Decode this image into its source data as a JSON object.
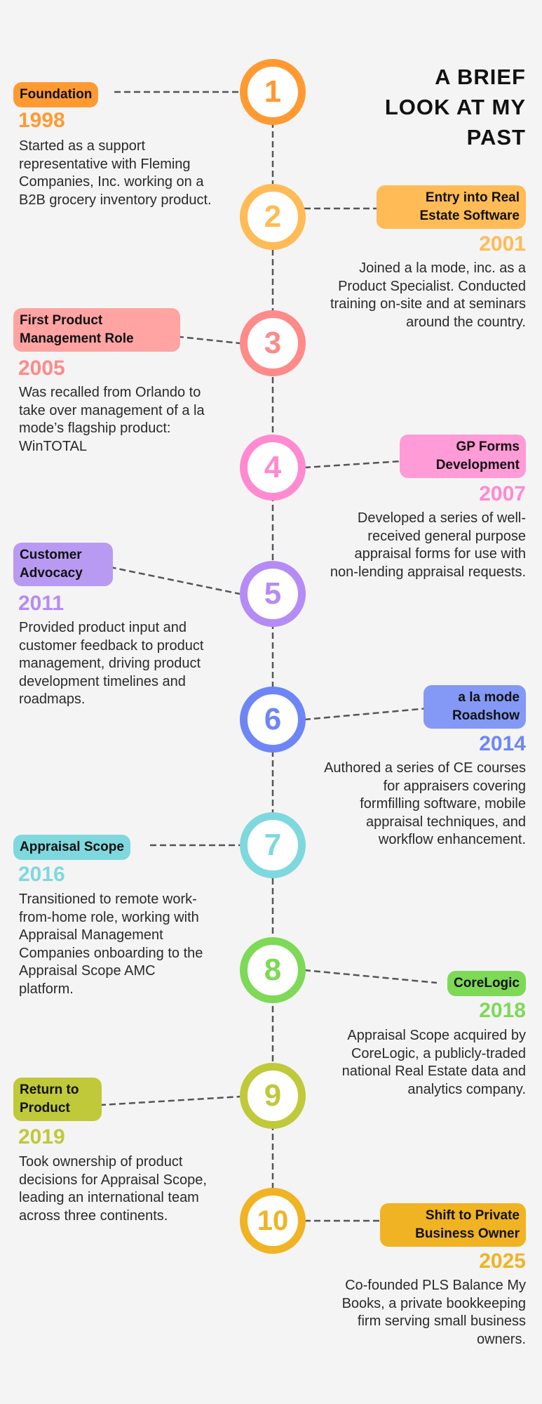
{
  "title": [
    "A BRIEF",
    "LOOK AT MY",
    "PAST"
  ],
  "events": [
    {
      "number": "1",
      "label": "Foundation",
      "year": "1998",
      "color": "#FF9A33",
      "pill": "#FF9A33",
      "desc": "Started as a support representative with Fleming Companies, Inc. working on a B2B grocery inventory product."
    },
    {
      "number": "2",
      "label": "Entry into Real Estate Software",
      "year": "2001",
      "color": "#FFBB55",
      "pill": "#FFBB55",
      "desc": "Joined a la mode, inc. as a Product Specialist. Conducted training on-site and at seminars around the country."
    },
    {
      "number": "3",
      "label": "First Product Management Role",
      "year": "2005",
      "color": "#FF8A8A",
      "pill": "#FFA3A3",
      "desc": "Was recalled from Orlando to take over management of a la mode’s flagship product: WinTOTAL"
    },
    {
      "number": "4",
      "label": "GP Forms Development",
      "year": "2007",
      "color": "#FF8AD0",
      "pill": "#FF9BD6",
      "desc": "Developed a series of well-received general purpose appraisal forms for use with non-lending appraisal requests."
    },
    {
      "number": "5",
      "label": "Customer Advocacy",
      "year": "2011",
      "color": "#B58CF5",
      "pill": "#B99AF3",
      "desc": "Provided product input and customer feedback to product management, driving product development timelines and roadmaps."
    },
    {
      "number": "6",
      "label": "a la mode Roadshow",
      "year": "2014",
      "color": "#6E86F5",
      "pill": "#8499F5",
      "desc": "Authored a series of CE courses for appraisers covering formfilling software, mobile appraisal techniques, and workflow enhancement."
    },
    {
      "number": "7",
      "label": "Appraisal Scope",
      "year": "2016",
      "color": "#7FD8DE",
      "pill": "#7FD8DE",
      "desc": "Transitioned to remote work-from-home role, working with Appraisal Management Companies onboarding to the Appraisal Scope AMC platform."
    },
    {
      "number": "8",
      "label": "CoreLogic",
      "year": "2018",
      "color": "#7ED957",
      "pill": "#7ED957",
      "desc": "Appraisal Scope acquired by CoreLogic, a publicly-traded national Real Estate data and analytics company."
    },
    {
      "number": "9",
      "label": "Return to Product",
      "year": "2019",
      "color": "#BFC93A",
      "pill": "#BFC93A",
      "desc": "Took ownership of product decisions for Appraisal Scope, leading an international team across three continents."
    },
    {
      "number": "10",
      "label": "Shift to Private Business Owner",
      "year": "2025",
      "color": "#F0B323",
      "pill": "#F0B323",
      "desc": "Co-founded PLS Balance My Books, a  private bookkeeping firm serving small business owners."
    }
  ]
}
